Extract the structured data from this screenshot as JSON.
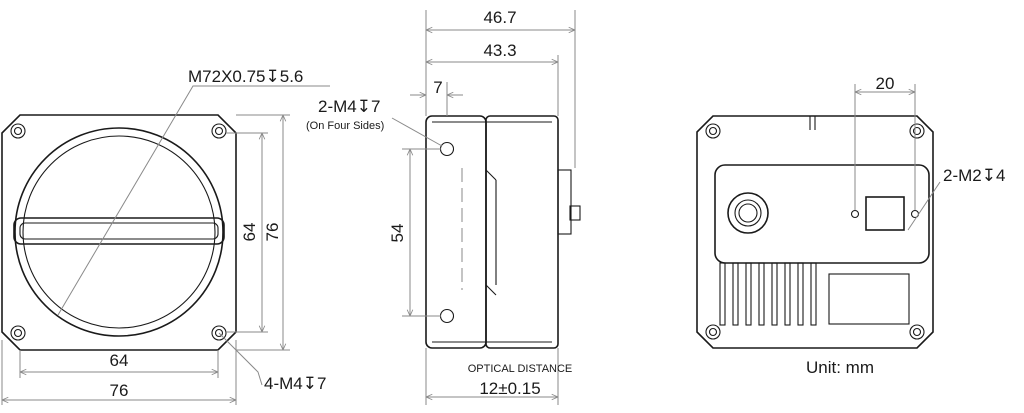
{
  "front_view": {
    "thread_callout": "M72X0.75↧5.6",
    "width_inner": "64",
    "width_outer": "76",
    "height_inner": "64",
    "height_outer": "76",
    "hole_callout": "4-M4↧7"
  },
  "side_view": {
    "length_total": "46.7",
    "length_body": "43.3",
    "offset": "7",
    "side_hole_callout": "2-M4↧7",
    "side_hole_note": "(On Four Sides)",
    "hole_spacing": "54",
    "optical_label": "OPTICAL DISTANCE",
    "optical_value": "12±0.15"
  },
  "rear_view": {
    "hole_spacing": "20",
    "hole_callout": "2-M2↧4",
    "unit_label": "Unit: mm"
  }
}
